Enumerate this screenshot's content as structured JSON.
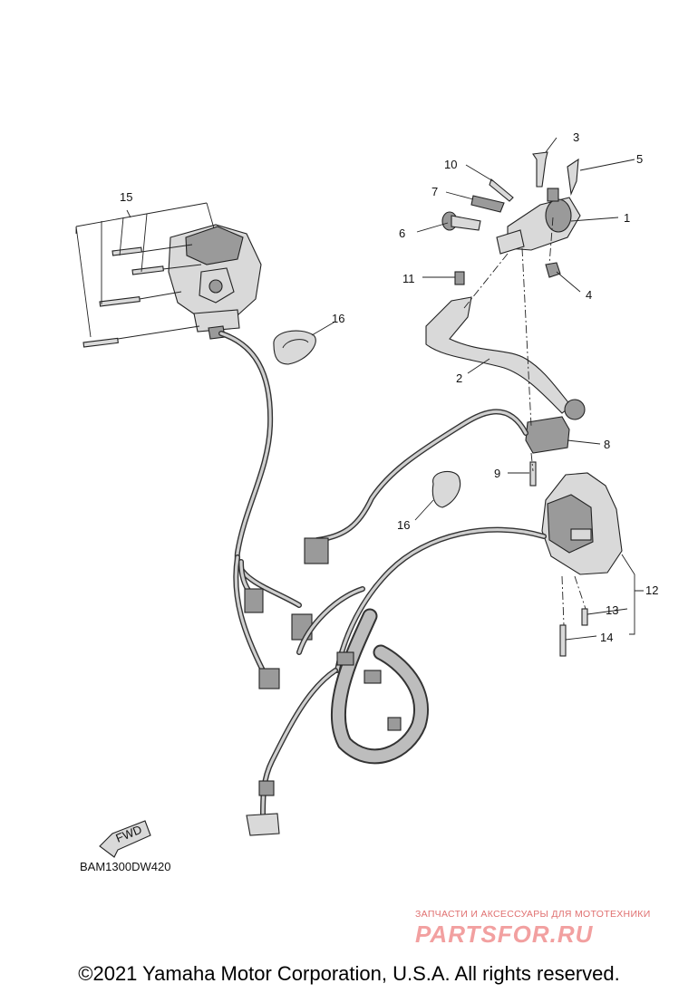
{
  "diagram": {
    "callouts": [
      "1",
      "2",
      "3",
      "4",
      "5",
      "6",
      "7",
      "8",
      "9",
      "10",
      "11",
      "12",
      "13",
      "14",
      "15",
      "16",
      "16"
    ],
    "fwd_label": "FWD",
    "diagram_code": "BAM1300DW420"
  },
  "watermark": {
    "tagline": "ЗАПЧАСТИ И АКСЕССУАРЫ ДЛЯ МОТОТЕХНИКИ",
    "logo": "PARTSFOR.RU"
  },
  "footer": {
    "copyright": "©2021 Yamaha Motor Corporation, U.S.A. All rights reserved."
  }
}
